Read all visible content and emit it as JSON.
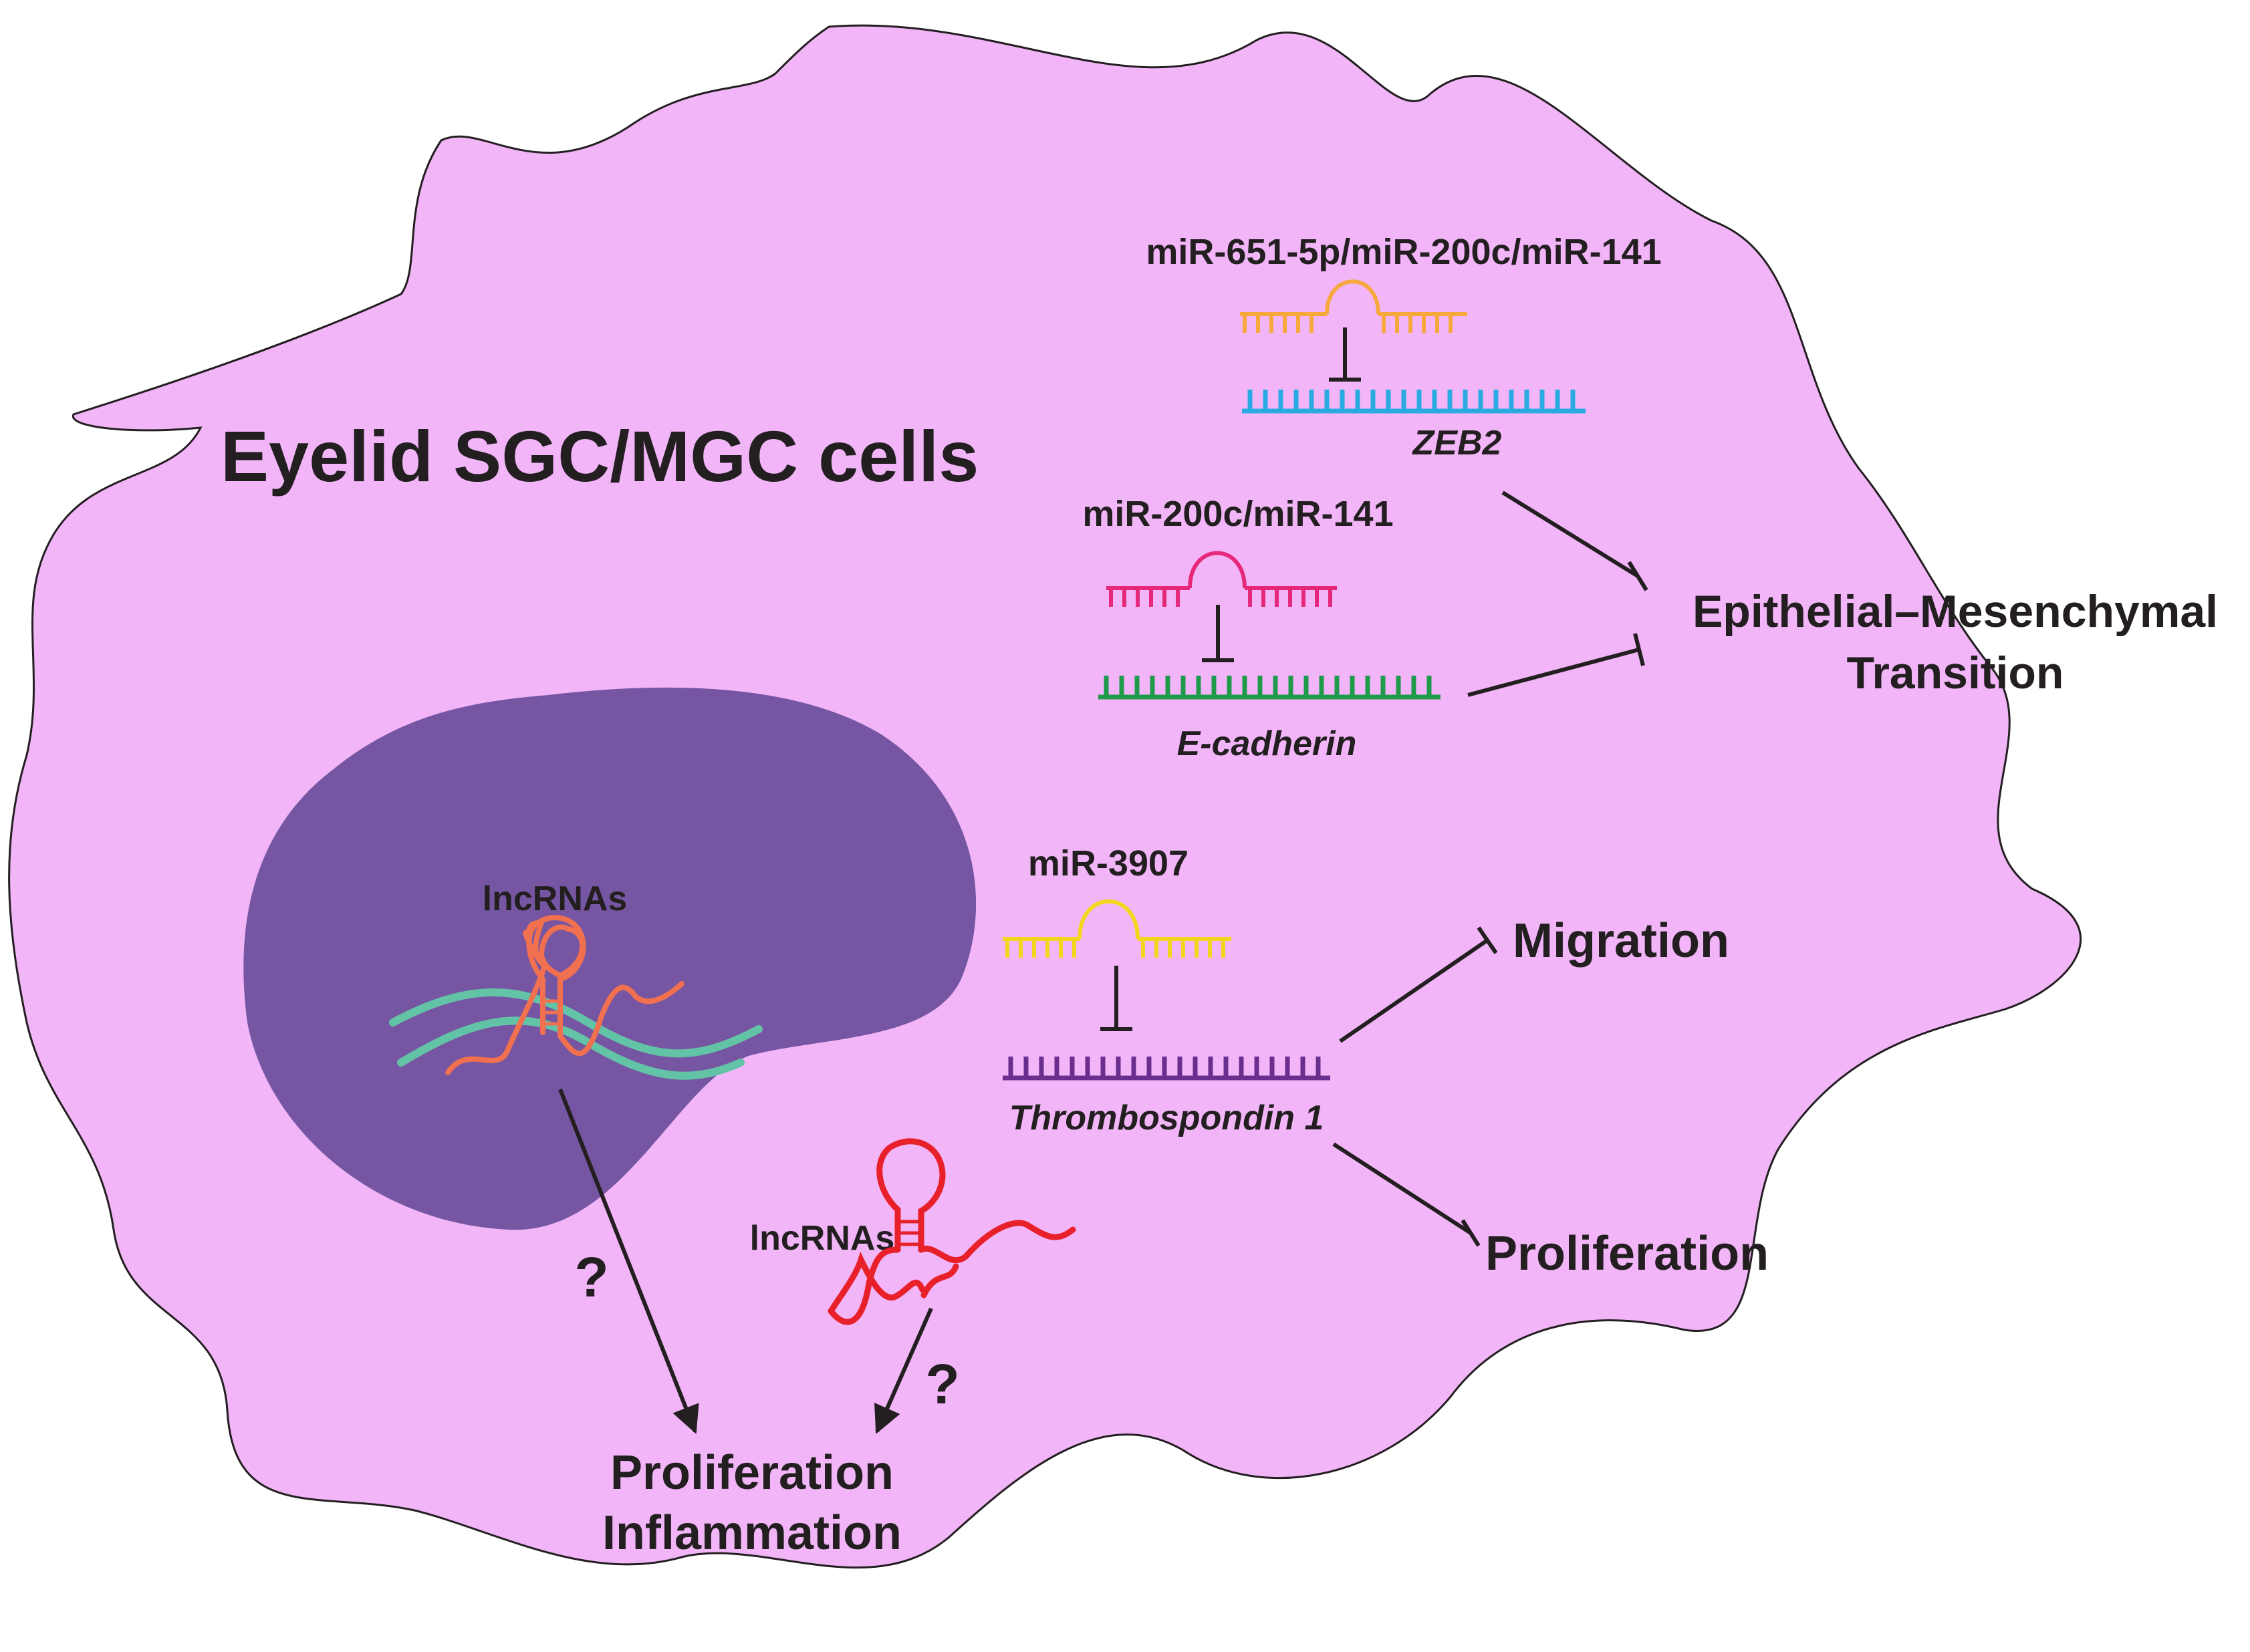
{
  "title": "Eyelid SGC/MGC cells",
  "labels": {
    "mir_zeb2": "miR-651-5p/miR-200c/miR-141",
    "zeb2": "ZEB2",
    "mir_ecad": "miR-200c/miR-141",
    "ecadherin": "E-cadherin",
    "emt_line1": "Epithelial–Mesenchymal",
    "emt_line2": "Transition",
    "mir_3907": "miR-3907",
    "thbs1": "Thrombospondin 1",
    "migration": "Migration",
    "proliferation_right": "Proliferation",
    "lncrnas_nucleus": "lncRNAs",
    "lncrnas_cytoplasm": "lncRNAs",
    "question_1": "?",
    "question_2": "?",
    "outcome_line1": "Proliferation",
    "outcome_line2": "Inflammation"
  },
  "colors": {
    "cell": "#f2b6f8",
    "nucleus": "#7656a2",
    "mir_zeb2": "#f7a83c",
    "zeb2": "#29abe2",
    "mir_ecad": "#e6287a",
    "ecadherin": "#1f9a4b",
    "mir_3907": "#f3d51d",
    "thbs1": "#6a2f8e",
    "lncrna_nucleus": "#f0704f",
    "lncrna_cytoplasm": "#e8202a",
    "dna": "#63c3a6",
    "ink": "#231f20"
  }
}
